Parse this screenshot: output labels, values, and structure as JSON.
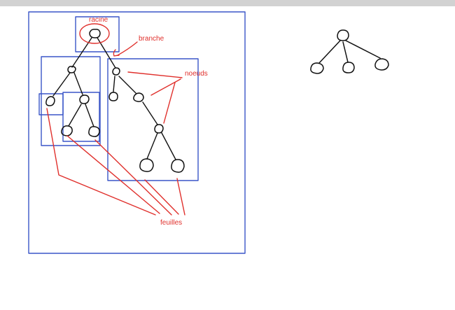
{
  "labels": {
    "root": "racine",
    "branch": "branche",
    "nodes": "noeuds",
    "leaves": "feuilles"
  },
  "colors": {
    "ink": "#111111",
    "annotation": "#e0302c",
    "box": "#3a55c8",
    "toolbar": "#d2d2d2"
  }
}
